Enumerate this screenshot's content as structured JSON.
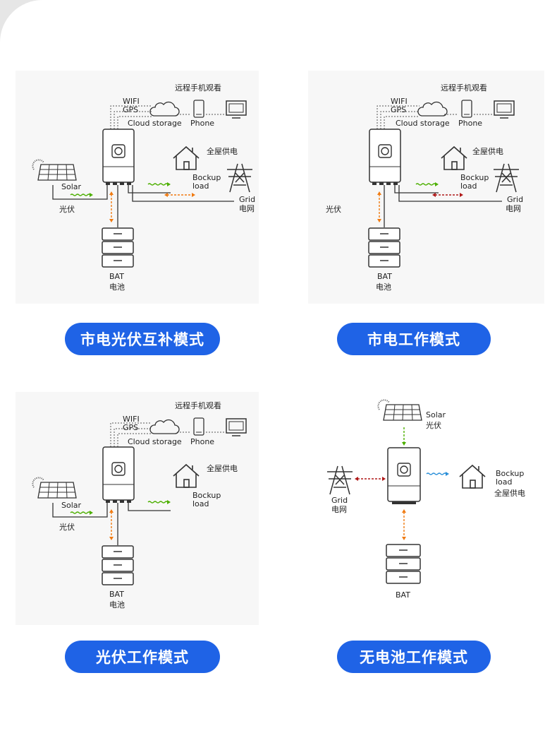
{
  "colors": {
    "button": "#1f63e6",
    "solar_flow": "#4caf00",
    "battery_flow": "#f07a10",
    "grid_flow_red": "#b01818",
    "load_flow_blue": "#2a8fd8",
    "line": "#333333"
  },
  "common": {
    "remote": "远程手机观看",
    "wifi": "WIFI",
    "gps": "GPS",
    "cloud": "Cloud storage",
    "phone": "Phone",
    "house_cn": "全屋供电",
    "bockup": "Bockup",
    "load": "load",
    "grid": "Grid",
    "grid_cn": "电网",
    "solar": "Solar",
    "solar_cn": "光伏",
    "bat": "BAT",
    "bat_cn": "电池"
  },
  "modes": [
    {
      "title": "市电光伏互补模式"
    },
    {
      "title": "市电工作模式"
    },
    {
      "title": "光伏工作模式"
    },
    {
      "title": "无电池工作模式"
    }
  ]
}
